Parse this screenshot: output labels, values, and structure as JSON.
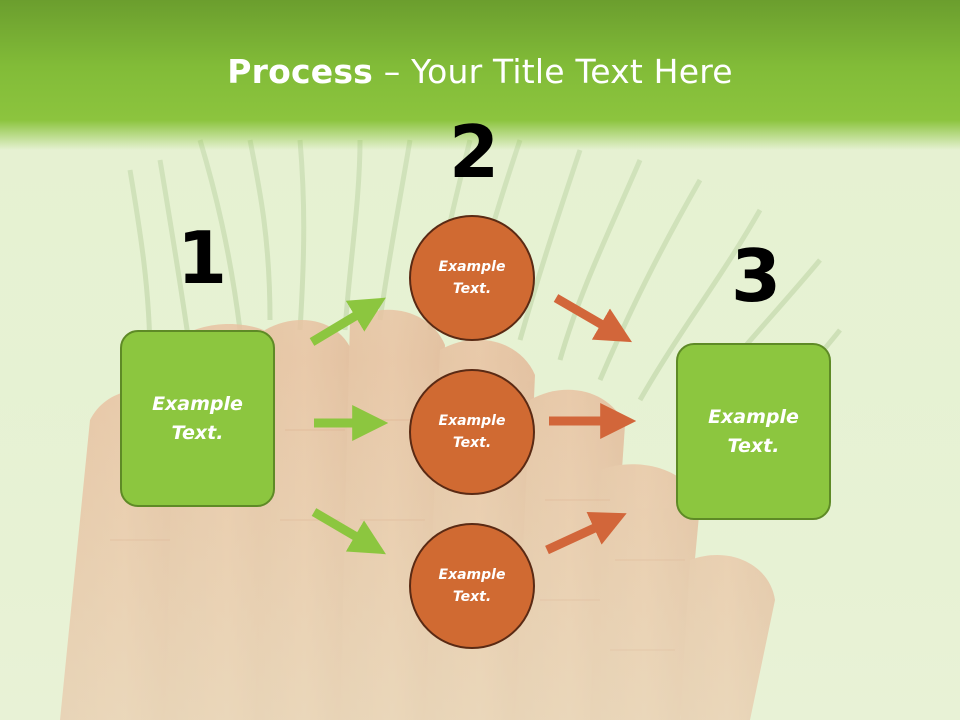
{
  "header": {
    "title_bold": "Process",
    "title_rest": " – Your Title Text Here"
  },
  "steps": {
    "one": "1",
    "two": "2",
    "three": "3"
  },
  "nodes": {
    "left_box": "Example Text.",
    "circle_top": "Example Text.",
    "circle_middle": "Example Text.",
    "circle_bottom": "Example Text.",
    "right_box": "Example Text."
  },
  "colors": {
    "header_green": "#82bc38",
    "box_green": "#8cc63f",
    "arrow_green": "#8cc63f",
    "circle_orange": "#d06a32",
    "arrow_orange": "#d2663a"
  }
}
